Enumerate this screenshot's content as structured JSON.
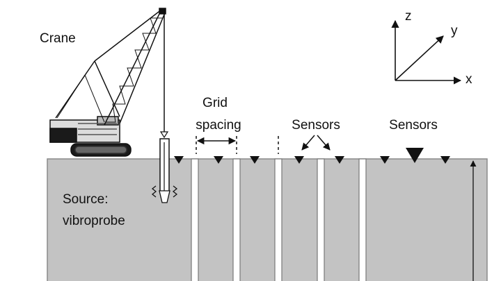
{
  "labels": {
    "crane": "Crane",
    "grid_line1": "Grid",
    "grid_line2": "spacing",
    "sensors_left": "Sensors",
    "sensors_right": "Sensors",
    "source_line1": "Source:",
    "source_line2": "vibroprobe"
  },
  "axes": {
    "z": "z",
    "y": "y",
    "x": "x"
  },
  "colors": {
    "ground": "#c3c3c3",
    "ground_edge": "#8a8a8a",
    "line": "#111111",
    "column": "#ffffff"
  }
}
